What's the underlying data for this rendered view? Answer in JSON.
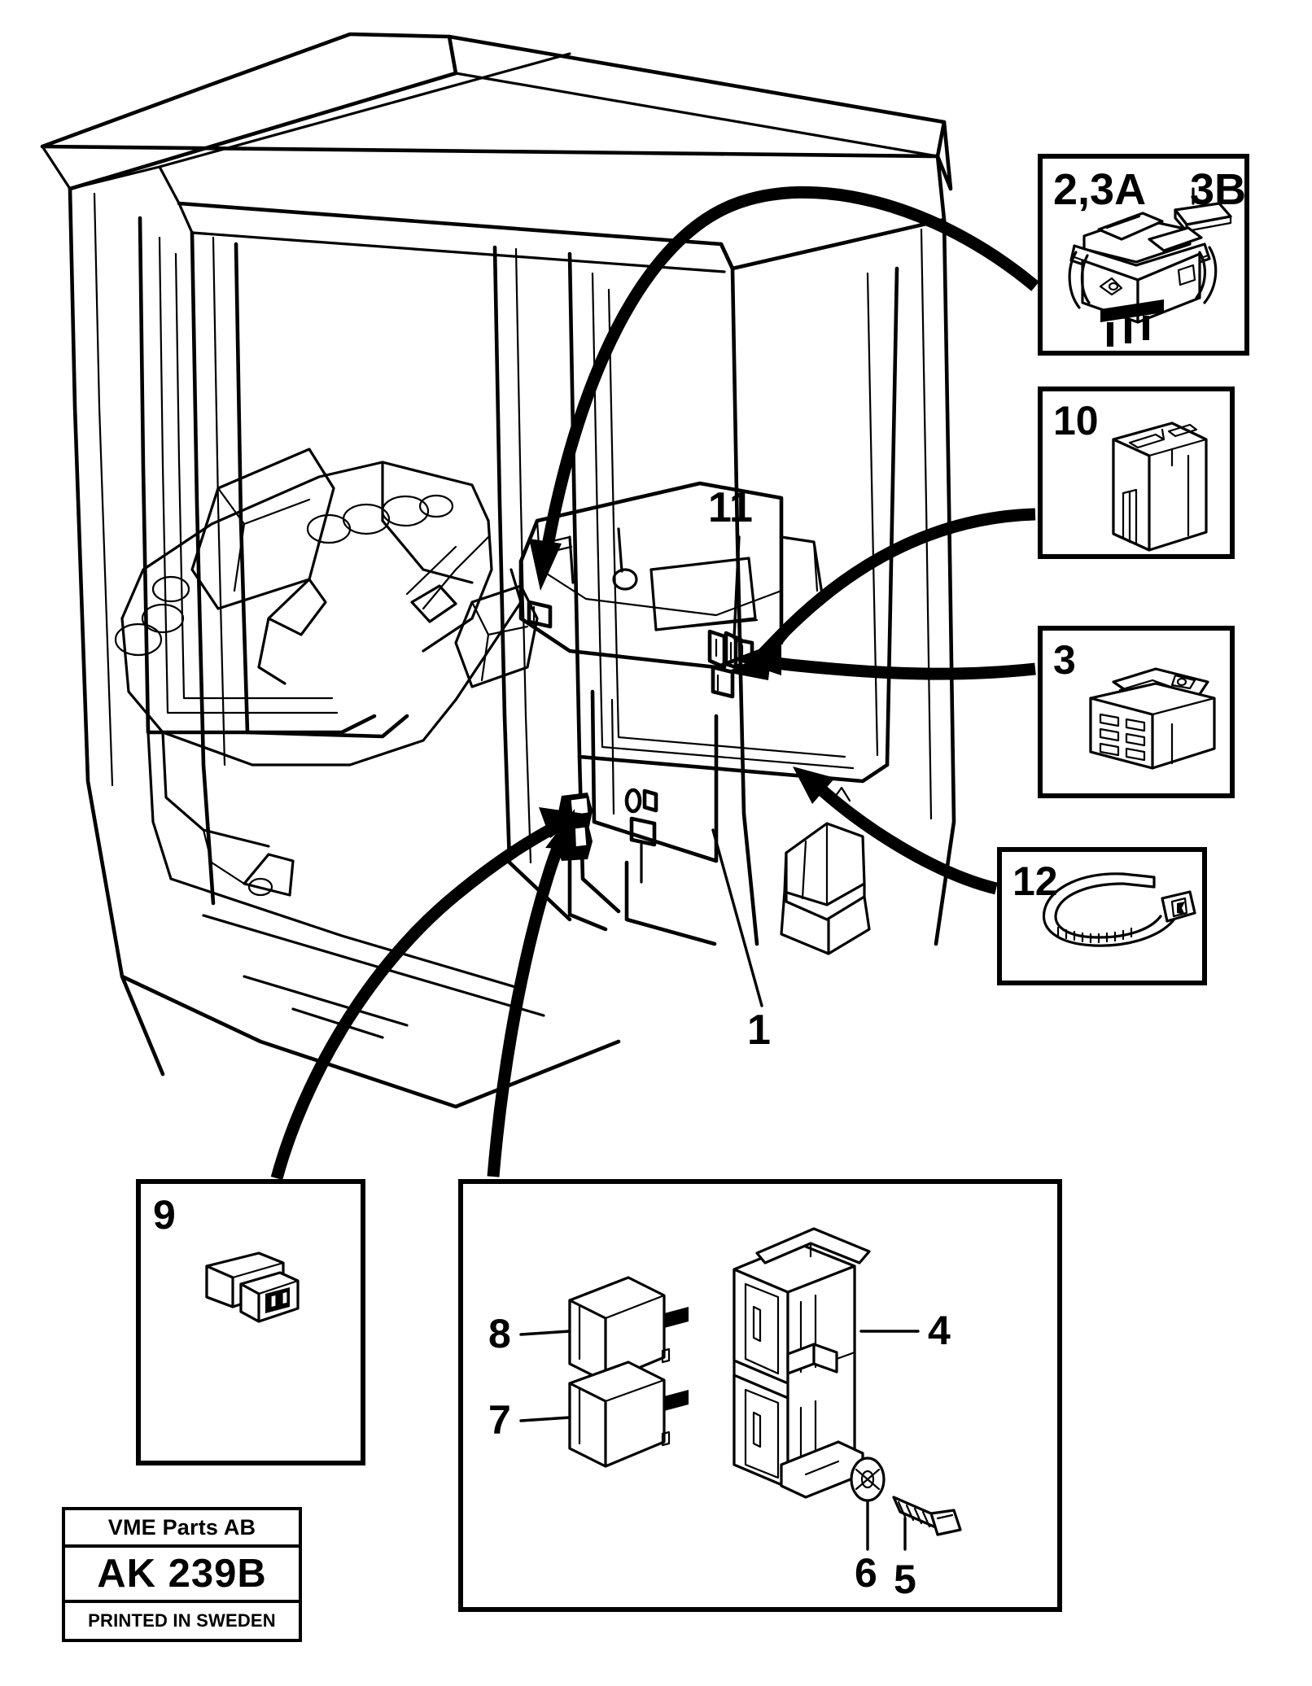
{
  "document": {
    "kind": "exploded parts diagram",
    "subject": "Operator cab electrical components – switches, relays, relay holder, connectors"
  },
  "title_block": {
    "company": "VME Parts AB",
    "code": "AK 239B",
    "printed": "PRINTED IN SWEDEN"
  },
  "callouts": [
    {
      "id": "1",
      "label": "1",
      "refers_to": "wiring harness routed through cab side panel"
    },
    {
      "id": "11",
      "label": "11",
      "refers_to": "dashboard connectors / terminal block"
    }
  ],
  "insets": [
    {
      "id": "switch-box",
      "labels": [
        "2,3A",
        "3B"
      ],
      "primary_label": "2,3A",
      "secondary_label": "3B",
      "item": "rocker switch with separate lens cover"
    },
    {
      "id": "relay-10-box",
      "labels": [
        "10"
      ],
      "primary_label": "10",
      "item": "relay / control module"
    },
    {
      "id": "connector-3-box",
      "labels": [
        "3"
      ],
      "primary_label": "3",
      "item": "eight way connector housing"
    },
    {
      "id": "cabletie-12-box",
      "labels": [
        "12"
      ],
      "primary_label": "12",
      "item": "cable tie"
    },
    {
      "id": "connector-9-box",
      "labels": [
        "9"
      ],
      "primary_label": "9",
      "item": "two way connector plug"
    },
    {
      "id": "relay-assembly-box",
      "labels": [
        "4",
        "5",
        "6",
        "7",
        "8"
      ],
      "items": [
        {
          "label": "4",
          "item": "relay holder / bracket"
        },
        {
          "label": "5",
          "item": "screw"
        },
        {
          "label": "6",
          "item": "washer"
        },
        {
          "label": "7",
          "item": "relay (lower)"
        },
        {
          "label": "8",
          "item": "relay (upper)"
        }
      ]
    }
  ],
  "colors": {
    "ink": "#000000",
    "paper": "#ffffff"
  }
}
